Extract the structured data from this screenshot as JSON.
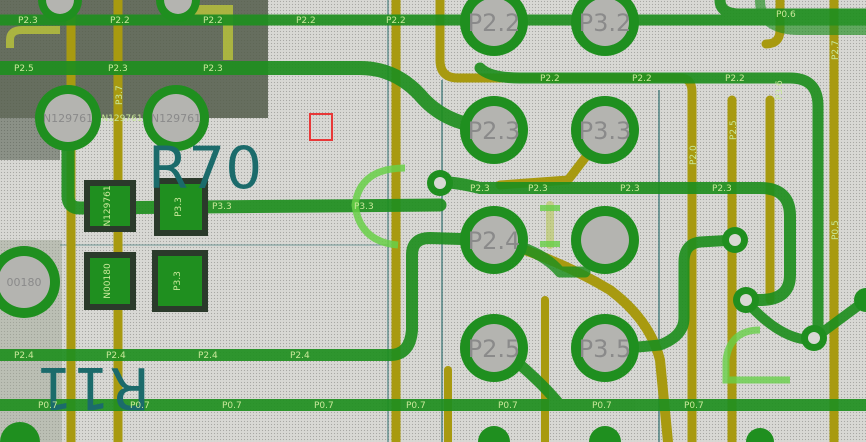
{
  "designators": {
    "r70": "R70",
    "r11": "R11"
  },
  "pads": {
    "p2_2": "P2.2",
    "p3_2": "P3.2",
    "p2_3": "P2.3",
    "p3_3": "P3.3",
    "p2_4": "P2.4",
    "p2_5": "P2.5",
    "p3_5": "P3.5",
    "n129761_a": "N129761",
    "n129761_b": "N129761",
    "n129761_c": "N129761",
    "n00180": "00180",
    "smd_p3_3_a": "P3.3",
    "smd_p3_3_b": "P3.3",
    "smd_n129_a": "N129761",
    "smd_n00_b": "N00180"
  },
  "nets": {
    "top_row": [
      "P2.3",
      "P2.2",
      "P2.2",
      "P2.2",
      "P2.2"
    ],
    "row2": [
      "P2.5",
      "P2.3",
      "P2.3",
      "P2.2",
      "P2.2",
      "P2.2"
    ],
    "row_p3_3": [
      "P3.3",
      "P3.3"
    ],
    "row_p2_3_right": [
      "P2.3",
      "P2.3",
      "P2.3",
      "P2.3"
    ],
    "row_p2_4": [
      "P2.4",
      "P2.4",
      "P2.4",
      "P2.4"
    ],
    "row_p0_7": [
      "P0.7",
      "P0.7",
      "P0.7",
      "P0.7",
      "P0.7",
      "P0.7",
      "P0.7",
      "P0.7"
    ],
    "right_top": "P0.6",
    "vertical": [
      "P3.7",
      "P3.6",
      "P2.0",
      "P2.5",
      "P2.7",
      "P0.5"
    ]
  },
  "colors": {
    "copper_front": "#1f8f1f",
    "copper_back": "#a89a10",
    "pad_fill": "#b4b4b0",
    "silkscreen": "#1b6b6b",
    "fab_outline": "#2e6e6e",
    "cursor": "#e83838"
  }
}
